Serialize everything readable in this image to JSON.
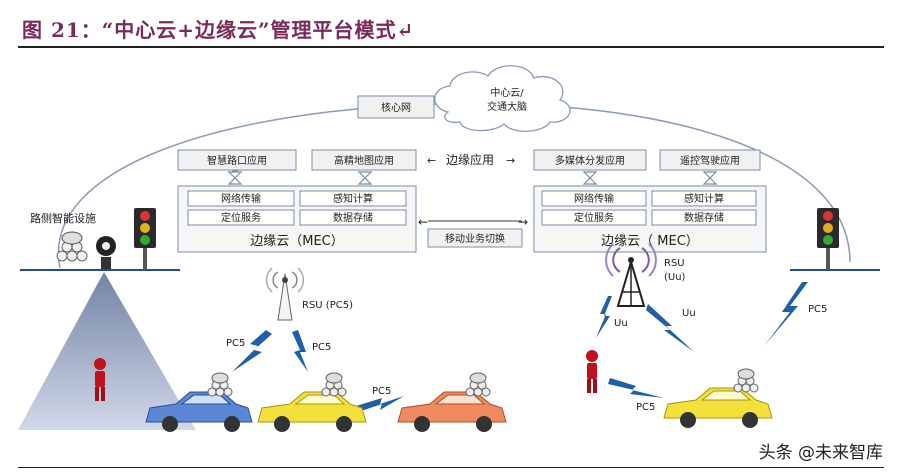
{
  "header": {
    "figure_title": "图 21：“中心云+边缘云”管理平台模式↵"
  },
  "diagram": {
    "cloud": {
      "line1": "中心云/",
      "line2": "交通大脑"
    },
    "core_network": "核心网",
    "edge_application": "边缘应用",
    "left_apps": [
      "智慧路口应用",
      "高精地图应用"
    ],
    "right_apps": [
      "多媒体分发应用",
      "遥控驾驶应用"
    ],
    "mec_services": [
      "网络传输",
      "感知计算",
      "定位服务",
      "数据存储"
    ],
    "left_mec_label": "边缘云（MEC）",
    "right_mec_label": "边缘云（ MEC）",
    "mobile_switch": "移动业务切换",
    "roadside_label": "路侧智能设施",
    "rsu_left": "RSU (PC5)",
    "rsu_right_line1": "RSU",
    "rsu_right_line2": "(Uu)",
    "link_labels": {
      "pc5": "PC5",
      "uu": "Uu"
    },
    "colors": {
      "box_fill": "#f1f1f1",
      "box_stroke": "#7a8ea8",
      "lightning": "#1f5fa8",
      "title": "#7a2a5a"
    }
  },
  "footer": {
    "watermark": "头条 @未来智库"
  }
}
